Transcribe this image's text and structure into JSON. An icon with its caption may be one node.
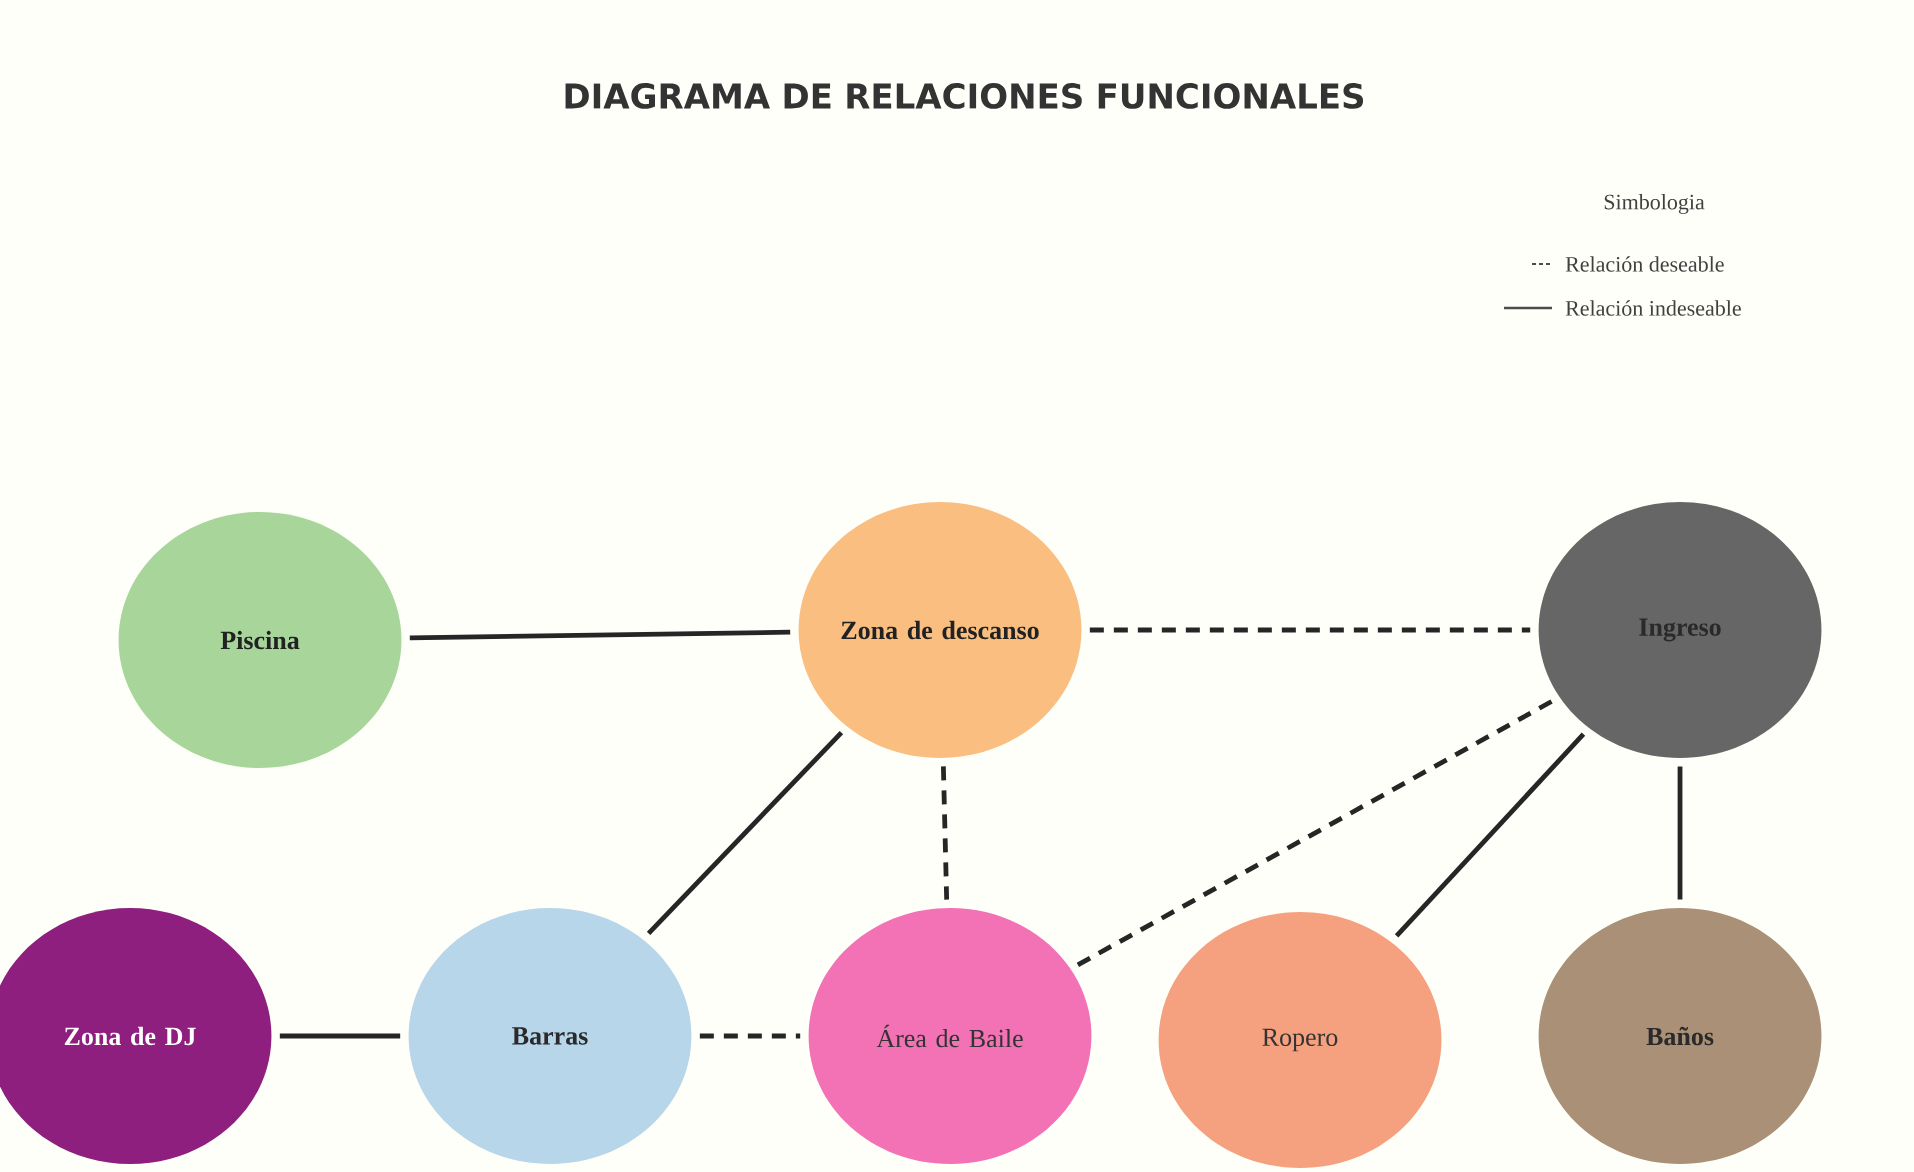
{
  "diagram": {
    "title": "DIAGRAMA DE RELACIONES FUNCIONALES",
    "nodes": [
      {
        "text": [
          "Piscina"
        ]
      },
      {
        "text": [
          "Zona de descanso"
        ]
      },
      {
        "text": [
          "Ingreso"
        ]
      },
      {
        "text": [
          "Zona de DJ"
        ]
      },
      {
        "text": [
          "Barras"
        ]
      },
      {
        "text": [
          "Área de Baile"
        ]
      },
      {
        "text": [
          "Ropero"
        ]
      },
      {
        "text": [
          "Baños"
        ]
      }
    ],
    "edges": [
      {
        "from": 0,
        "to": 1,
        "arrow": "none"
      },
      {
        "from": 1,
        "to": 2,
        "arrow": "none",
        "style": "dashed"
      },
      {
        "from": 1,
        "to": 5,
        "arrow": "none",
        "style": "dashed"
      },
      {
        "from": 5,
        "to": 2,
        "arrow": "none",
        "style": "dashed"
      },
      {
        "from": 6,
        "to": 2,
        "arrow": "none"
      },
      {
        "from": 2,
        "to": 7,
        "arrow": "none"
      },
      {
        "from": 4,
        "to": 1,
        "arrow": "none"
      },
      {
        "from": 3,
        "to": 4,
        "arrow": "none"
      },
      {
        "from": 4,
        "to": 5,
        "arrow": "none",
        "style": "dashed"
      }
    ],
    "labels": [
      "Simbologia"
    ],
    "legend": [
      {
        "text": "Relación deseable"
      },
      {
        "text": "Relación indeseable"
      }
    ]
  }
}
